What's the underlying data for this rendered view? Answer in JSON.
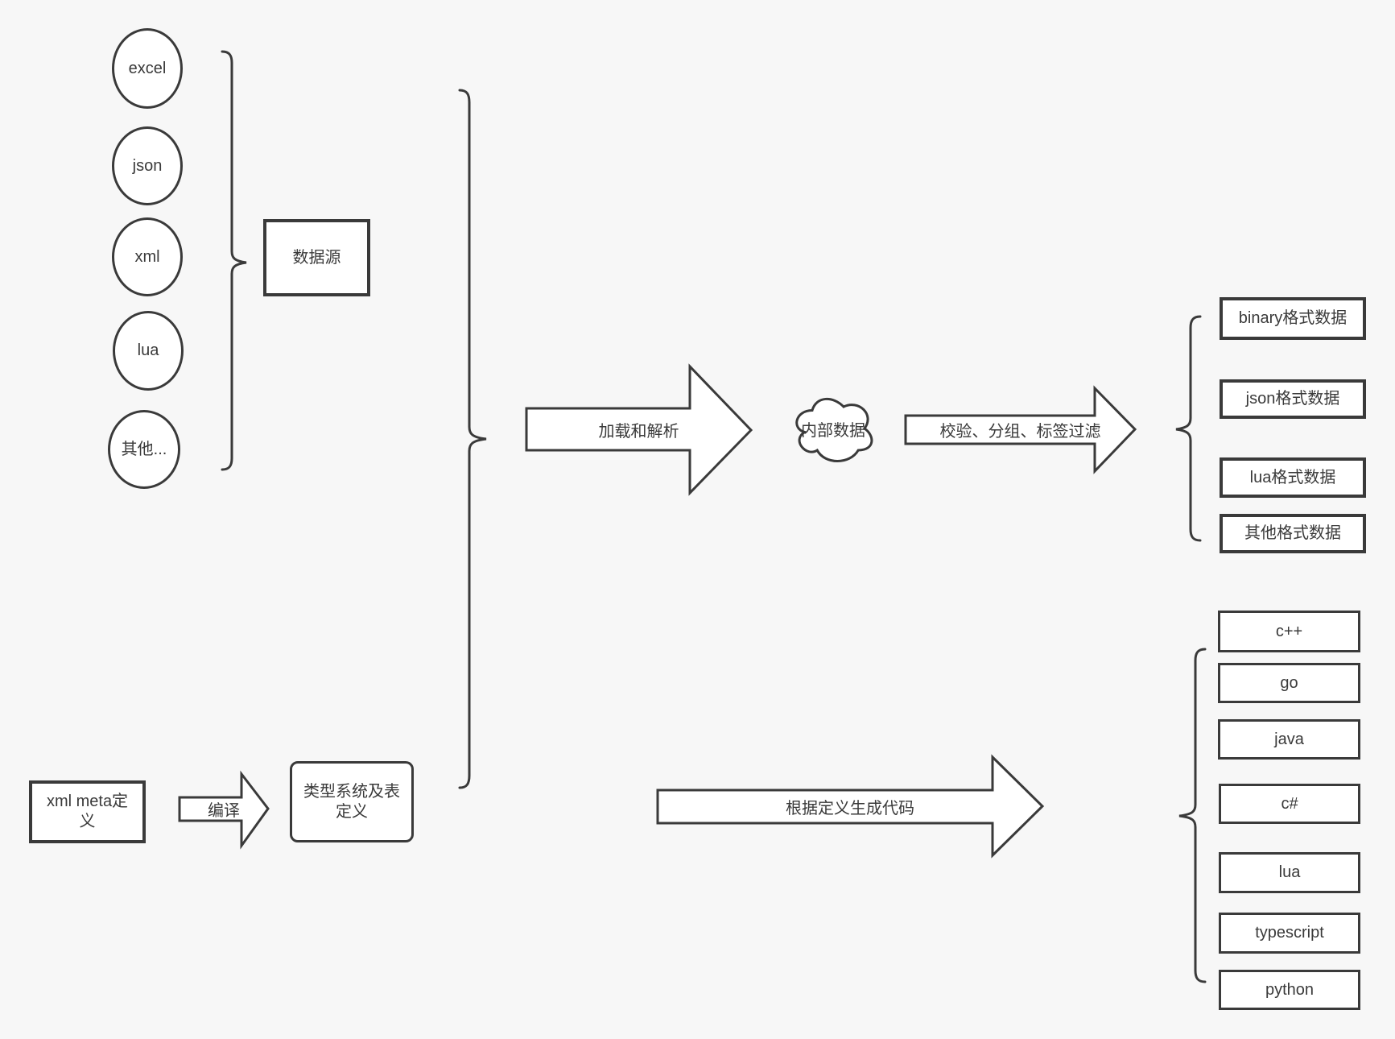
{
  "diagram": {
    "colors": {
      "background": "#f7f7f7",
      "shape_fill": "#ffffff",
      "stroke": "#3a3a3a",
      "text": "#3a3a3a"
    },
    "sources": {
      "group_label": "数据源",
      "items": [
        {
          "label": "excel"
        },
        {
          "label": "json"
        },
        {
          "label": "xml"
        },
        {
          "label": "lua"
        },
        {
          "label": "其他..."
        }
      ]
    },
    "pipeline": {
      "load_arrow_label": "加载和解析",
      "internal_data_label": "内部数据",
      "filter_arrow_label": "校验、分组、标签过滤"
    },
    "data_formats": [
      {
        "label": "binary格式数据"
      },
      {
        "label": "json格式数据"
      },
      {
        "label": "lua格式数据"
      },
      {
        "label": "其他格式数据"
      }
    ],
    "codegen": {
      "meta_definition_label": "xml meta定义",
      "compile_arrow_label": "编译",
      "type_system_label": "类型系统及表定义",
      "generate_arrow_label": "根据定义生成代码",
      "languages": [
        {
          "label": "c++"
        },
        {
          "label": "go"
        },
        {
          "label": "java"
        },
        {
          "label": "c#"
        },
        {
          "label": "lua"
        },
        {
          "label": "typescript"
        },
        {
          "label": "python"
        }
      ]
    }
  }
}
